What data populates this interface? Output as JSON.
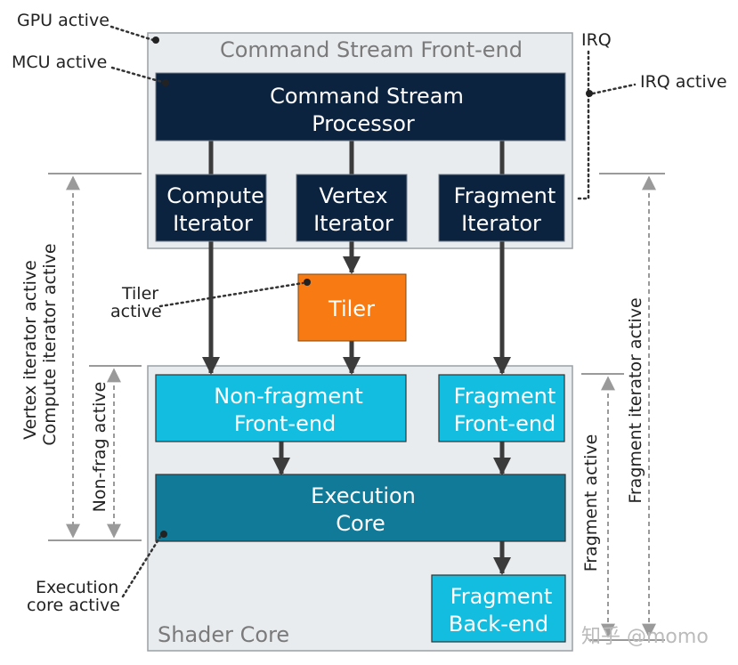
{
  "frames": {
    "front_end_title": "Command Stream Front-end",
    "shader_core_title": "Shader Core"
  },
  "blocks": {
    "csp": [
      "Command Stream",
      "Processor"
    ],
    "compute_iterator": [
      "Compute",
      "Iterator"
    ],
    "vertex_iterator": [
      "Vertex",
      "Iterator"
    ],
    "fragment_iterator": [
      "Fragment",
      "Iterator"
    ],
    "tiler": [
      "Tiler"
    ],
    "non_fragment_front_end": [
      "Non-fragment",
      "Front-end"
    ],
    "fragment_front_end": [
      "Fragment",
      "Front-end"
    ],
    "execution_core": [
      "Execution",
      "Core"
    ],
    "fragment_back_end": [
      "Fragment",
      "Back-end"
    ]
  },
  "annotations": {
    "gpu_active": "GPU active",
    "mcu_active": "MCU active",
    "irq": "IRQ",
    "irq_active": "IRQ active",
    "tiler_active": [
      "Tiler",
      "active"
    ],
    "execution_core_active": [
      "Execution",
      "core active"
    ],
    "vertex_iterator_active": "Vertex iterator active",
    "compute_iterator_active": "Compute iterator active",
    "non_frag_active": "Non-frag active",
    "fragment_active": "Fragment active",
    "fragment_iterator_active": "Fragment iterator active"
  },
  "watermark": "知乎 @momo",
  "colors": {
    "dark_navy": "#0c2340",
    "cyan": "#12bde0",
    "teal": "#127a99",
    "orange": "#f87a12",
    "frame_fill": "#e9ecef",
    "frame_border": "#9aa0a6",
    "arrow": "#3b3b3b",
    "measure": "#9a9a9a"
  }
}
